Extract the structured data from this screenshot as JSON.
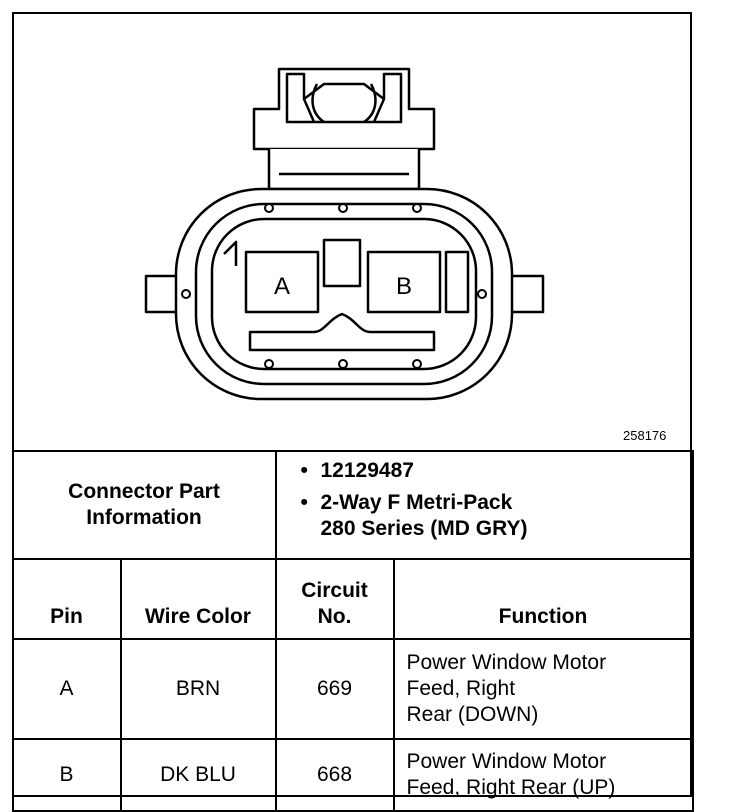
{
  "diagram": {
    "figure_number": "258176",
    "cavity_labels": [
      "A",
      "B"
    ]
  },
  "connector_info": {
    "label_line1": "Connector Part",
    "label_line2": "Information",
    "part_number": "12129487",
    "description_line1": "2-Way F Metri-Pack",
    "description_line2": "280 Series (MD GRY)",
    "bullet": "•"
  },
  "table": {
    "headers": {
      "pin": "Pin",
      "wire_color": "Wire Color",
      "circuit_line1": "Circuit",
      "circuit_line2": "No.",
      "function": "Function"
    },
    "rows": [
      {
        "pin": "A",
        "wire_color": "BRN",
        "circuit": "669",
        "function_lines": [
          "Power Window Motor",
          "Feed, Right",
          "Rear (DOWN)"
        ]
      },
      {
        "pin": "B",
        "wire_color": "DK BLU",
        "circuit": "668",
        "function_lines": [
          "Power Window Motor",
          "Feed, Right Rear (UP)"
        ]
      }
    ]
  }
}
